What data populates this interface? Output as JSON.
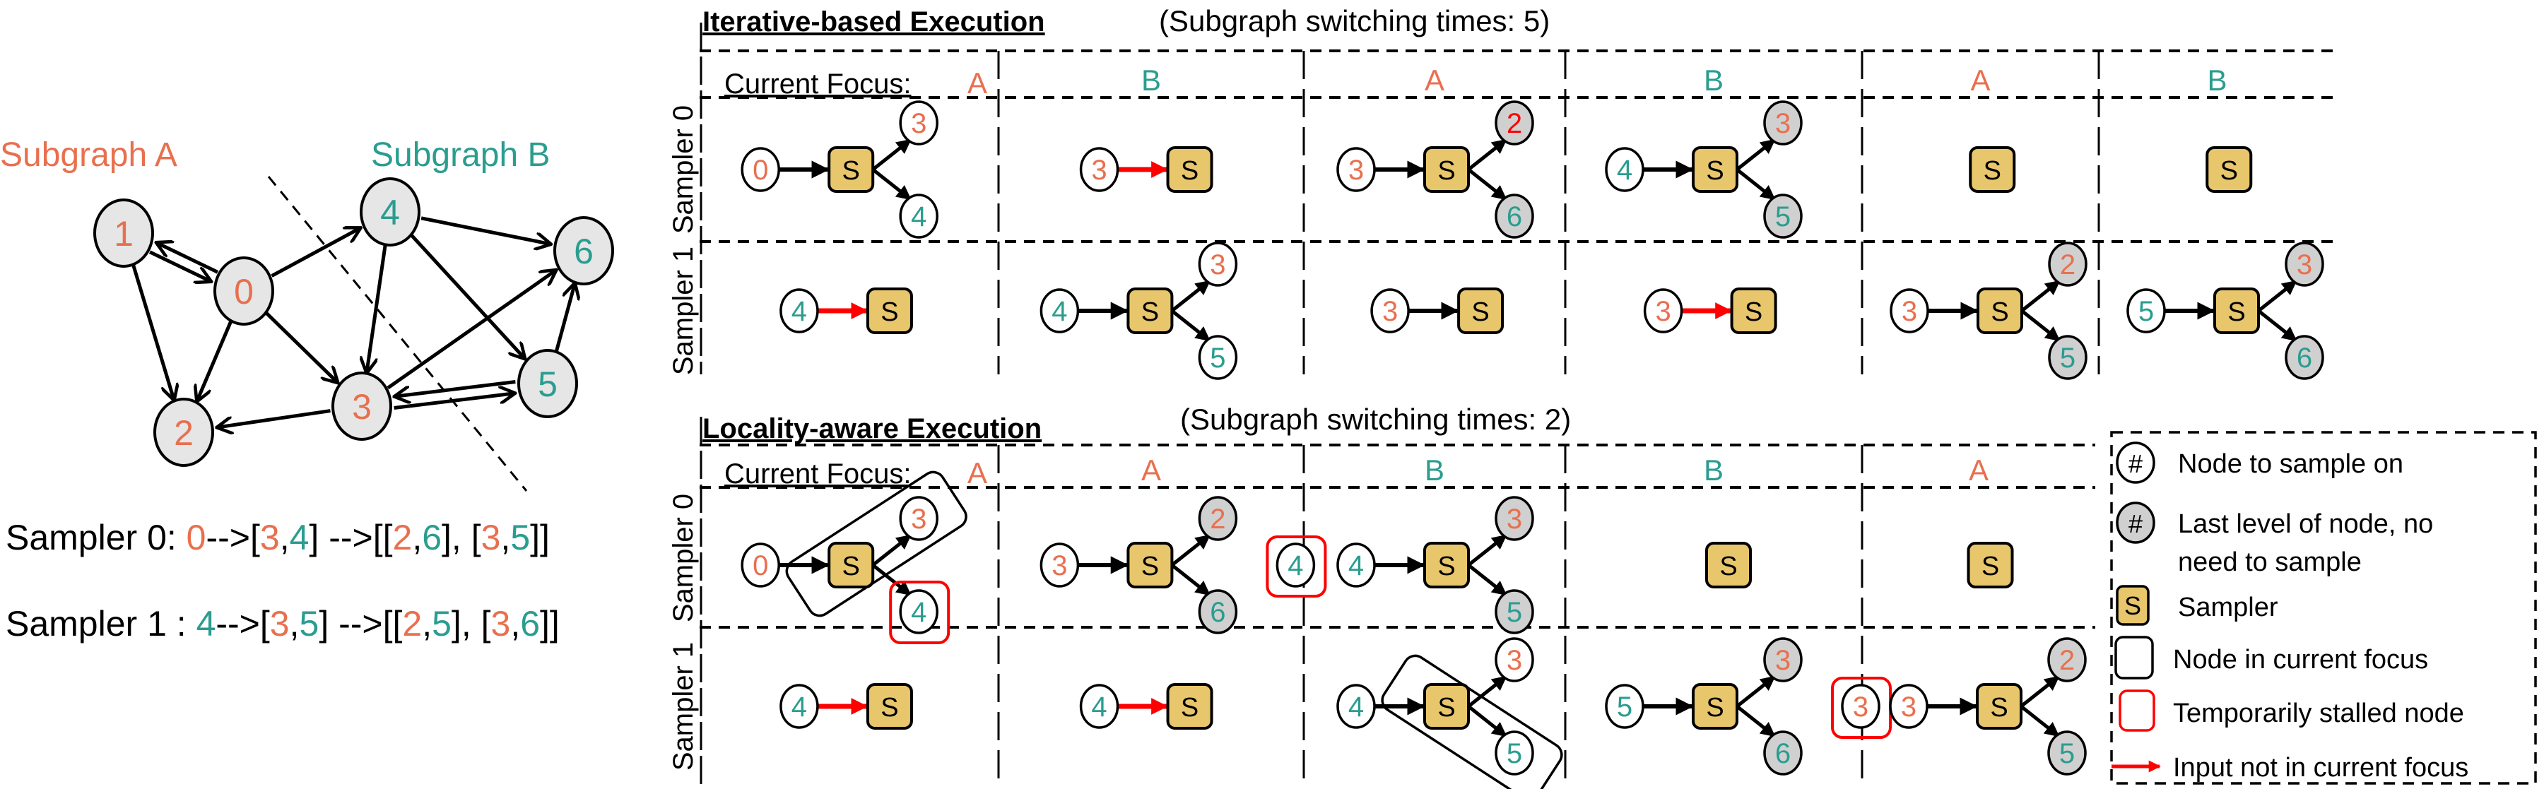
{
  "colors": {
    "subgraph_a": "#E8704F",
    "subgraph_b": "#2A9D8F",
    "sampler_fill": "#E8C66C",
    "last_level_fill": "#D0D0D0",
    "graph_node_fill": "#E6E6E6",
    "stalled": "#FF0000",
    "foreign_input_arrow": "#FF0000",
    "ink": "#000000"
  },
  "graph": {
    "subgraph_a_label": "Subgraph A",
    "subgraph_b_label": "Subgraph B",
    "nodes": [
      {
        "id": "0",
        "group": "A"
      },
      {
        "id": "1",
        "group": "A"
      },
      {
        "id": "2",
        "group": "A"
      },
      {
        "id": "3",
        "group": "A"
      },
      {
        "id": "4",
        "group": "B"
      },
      {
        "id": "5",
        "group": "B"
      },
      {
        "id": "6",
        "group": "B"
      }
    ],
    "edges": [
      [
        "0",
        "1"
      ],
      [
        "1",
        "0"
      ],
      [
        "1",
        "2"
      ],
      [
        "0",
        "2"
      ],
      [
        "0",
        "3"
      ],
      [
        "0",
        "4"
      ],
      [
        "4",
        "3"
      ],
      [
        "4",
        "6"
      ],
      [
        "4",
        "5"
      ],
      [
        "3",
        "2"
      ],
      [
        "3",
        "6"
      ],
      [
        "3",
        "5"
      ],
      [
        "5",
        "3"
      ],
      [
        "5",
        "6"
      ]
    ]
  },
  "paths": [
    {
      "label": "Sampler 0:",
      "tokens": [
        {
          "t": "0",
          "g": "A"
        },
        {
          "t": "-->["
        },
        {
          "t": "3",
          "g": "A"
        },
        {
          "t": ","
        },
        {
          "t": "4",
          "g": "B"
        },
        {
          "t": "] -->[["
        },
        {
          "t": "2",
          "g": "A"
        },
        {
          "t": ","
        },
        {
          "t": "6",
          "g": "B"
        },
        {
          "t": "], ["
        },
        {
          "t": "3",
          "g": "A"
        },
        {
          "t": ","
        },
        {
          "t": "5",
          "g": "B"
        },
        {
          "t": "]]"
        }
      ]
    },
    {
      "label": "Sampler 1 :",
      "tokens": [
        {
          "t": "4",
          "g": "B"
        },
        {
          "t": "-->["
        },
        {
          "t": "3",
          "g": "A"
        },
        {
          "t": ","
        },
        {
          "t": "5",
          "g": "B"
        },
        {
          "t": "] -->[["
        },
        {
          "t": "2",
          "g": "A"
        },
        {
          "t": ","
        },
        {
          "t": "5",
          "g": "B"
        },
        {
          "t": "], ["
        },
        {
          "t": "3",
          "g": "A"
        },
        {
          "t": ","
        },
        {
          "t": "6",
          "g": "B"
        },
        {
          "t": "]]"
        }
      ]
    }
  ],
  "sampler_label": "S",
  "row_labels": [
    "Sampler 0",
    "Sampler 1"
  ],
  "focus_label": "Current Focus:",
  "iterative": {
    "title": "Iterative-based Execution",
    "subtitle": "(Subgraph switching times: 5)",
    "focus": [
      "A",
      "B",
      "A",
      "B",
      "A",
      "B"
    ],
    "rows": [
      [
        {
          "in": {
            "n": "0",
            "g": "A"
          },
          "out": [
            {
              "n": "3",
              "g": "A",
              "last": false
            },
            {
              "n": "4",
              "g": "B",
              "last": false
            }
          ]
        },
        {
          "in": {
            "n": "3",
            "g": "A"
          },
          "foreign": true,
          "out": []
        },
        {
          "in": {
            "n": "3",
            "g": "A"
          },
          "out": [
            {
              "n": "2",
              "g": "A",
              "last": true,
              "highlight": true
            },
            {
              "n": "6",
              "g": "B",
              "last": true
            }
          ]
        },
        {
          "in": {
            "n": "4",
            "g": "B"
          },
          "out": [
            {
              "n": "3",
              "g": "A",
              "last": true
            },
            {
              "n": "5",
              "g": "B",
              "last": true
            }
          ]
        },
        {
          "in": null,
          "out": []
        },
        {
          "in": null,
          "out": []
        }
      ],
      [
        {
          "in": {
            "n": "4",
            "g": "B"
          },
          "foreign": true,
          "out": []
        },
        {
          "in": {
            "n": "4",
            "g": "B"
          },
          "out": [
            {
              "n": "3",
              "g": "A",
              "last": false
            },
            {
              "n": "5",
              "g": "B",
              "last": false
            }
          ]
        },
        {
          "in": {
            "n": "3",
            "g": "A"
          },
          "out": []
        },
        {
          "in": {
            "n": "3",
            "g": "A"
          },
          "foreign": true,
          "out": []
        },
        {
          "in": {
            "n": "3",
            "g": "A"
          },
          "out": [
            {
              "n": "2",
              "g": "A",
              "last": true
            },
            {
              "n": "5",
              "g": "B",
              "last": true
            }
          ]
        },
        {
          "in": {
            "n": "5",
            "g": "B"
          },
          "out": [
            {
              "n": "3",
              "g": "A",
              "last": true
            },
            {
              "n": "6",
              "g": "B",
              "last": true
            }
          ]
        }
      ]
    ]
  },
  "locality": {
    "title": "Locality-aware Execution",
    "subtitle": "(Subgraph switching times: 2)",
    "focus": [
      "A",
      "A",
      "B",
      "B",
      "A"
    ],
    "rows": [
      [
        {
          "in": {
            "n": "0",
            "g": "A"
          },
          "out": [
            {
              "n": "3",
              "g": "A",
              "last": false
            },
            {
              "n": "4",
              "g": "B",
              "last": false,
              "stalled": true
            }
          ],
          "focus_box": "up"
        },
        {
          "in": {
            "n": "3",
            "g": "A"
          },
          "out": [
            {
              "n": "2",
              "g": "A",
              "last": true
            },
            {
              "n": "6",
              "g": "B",
              "last": true
            }
          ],
          "stalled_extra": {
            "n": "4",
            "g": "B"
          }
        },
        {
          "in": {
            "n": "4",
            "g": "B"
          },
          "out": [
            {
              "n": "3",
              "g": "A",
              "last": true
            },
            {
              "n": "5",
              "g": "B",
              "last": true
            }
          ]
        },
        {
          "in": null,
          "out": []
        },
        {
          "in": null,
          "out": []
        }
      ],
      [
        {
          "in": {
            "n": "4",
            "g": "B"
          },
          "foreign": true,
          "out": []
        },
        {
          "in": {
            "n": "4",
            "g": "B"
          },
          "foreign": true,
          "out": []
        },
        {
          "in": {
            "n": "4",
            "g": "B"
          },
          "out": [
            {
              "n": "3",
              "g": "A",
              "last": false
            },
            {
              "n": "5",
              "g": "B",
              "last": false
            }
          ],
          "focus_box": "down"
        },
        {
          "in": {
            "n": "5",
            "g": "B"
          },
          "out": [
            {
              "n": "3",
              "g": "A",
              "last": true
            },
            {
              "n": "6",
              "g": "B",
              "last": true
            }
          ],
          "stalled_extra": {
            "n": "3",
            "g": "A"
          }
        },
        {
          "in": {
            "n": "3",
            "g": "A"
          },
          "out": [
            {
              "n": "2",
              "g": "A",
              "last": true
            },
            {
              "n": "5",
              "g": "B",
              "last": true
            }
          ]
        }
      ]
    ]
  },
  "legend": {
    "items": [
      {
        "icon": "node-to-sample-icon",
        "symbol": "#",
        "label": "Node to sample on"
      },
      {
        "icon": "last-level-node-icon",
        "symbol": "#",
        "label": "Last level of node, no need to sample"
      },
      {
        "icon": "sampler-icon",
        "symbol": "S",
        "label": "Sampler"
      },
      {
        "icon": "current-focus-box-icon",
        "symbol": "",
        "label": "Node in current focus"
      },
      {
        "icon": "stalled-box-icon",
        "symbol": "",
        "label": "Temporarily stalled node"
      },
      {
        "icon": "red-arrow-icon",
        "symbol": "",
        "label": "Input not in current focus"
      }
    ]
  }
}
